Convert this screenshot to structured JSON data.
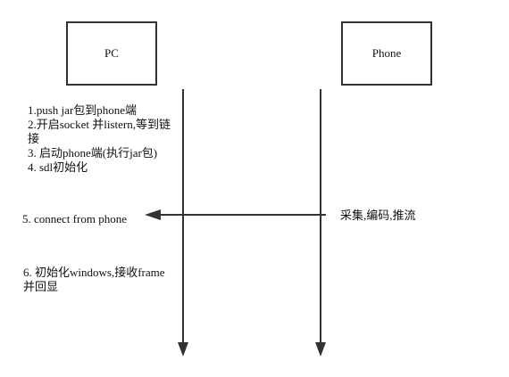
{
  "nodes": {
    "pc": "PC",
    "phone": "Phone"
  },
  "notes": {
    "pc_steps": "1.push jar包到phone端\n2.开启socket 并listern,等到链\n接\n3. 启动phone端(执行jar包)\n4. sdl初始化",
    "connect": "5. connect from phone",
    "phone_action": "采集,编码,推流",
    "init_windows": "6. 初始化windows,接收frame\n并回显"
  },
  "colors": {
    "stroke": "#333333",
    "text": "#111111",
    "background": "#ffffff"
  }
}
